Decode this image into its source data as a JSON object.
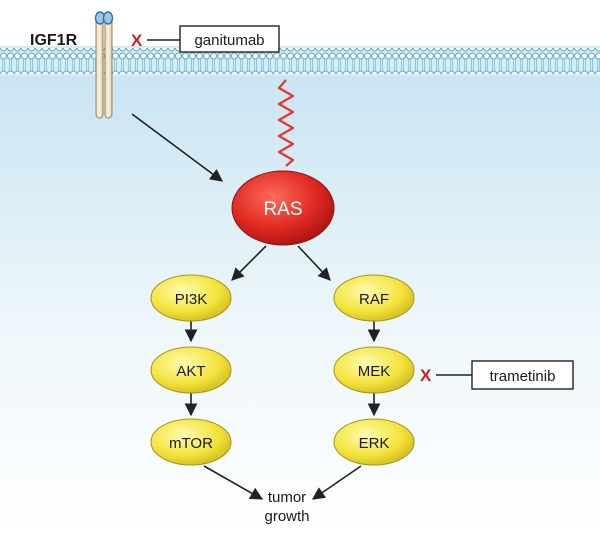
{
  "receptor": {
    "label": "IGF1R"
  },
  "membrane_anchor": {
    "label": ""
  },
  "nodes": {
    "ras": "RAS",
    "pi3k": "PI3K",
    "akt": "AKT",
    "mtor": "mTOR",
    "raf": "RAF",
    "mek": "MEK",
    "erk": "ERK"
  },
  "inhibitors": {
    "ganitumab": {
      "label": "ganitumab",
      "mark": "X"
    },
    "trametinib": {
      "label": "trametinib",
      "mark": "X"
    }
  },
  "outcome": {
    "line1": "tumor",
    "line2": "growth"
  },
  "colors": {
    "ras_fill": "#dd2222",
    "node_fill": "#f2e23a",
    "inhibit_mark": "#d42020",
    "membrane": "#9fd3e8",
    "cytoplasm": "#dfeff7"
  }
}
